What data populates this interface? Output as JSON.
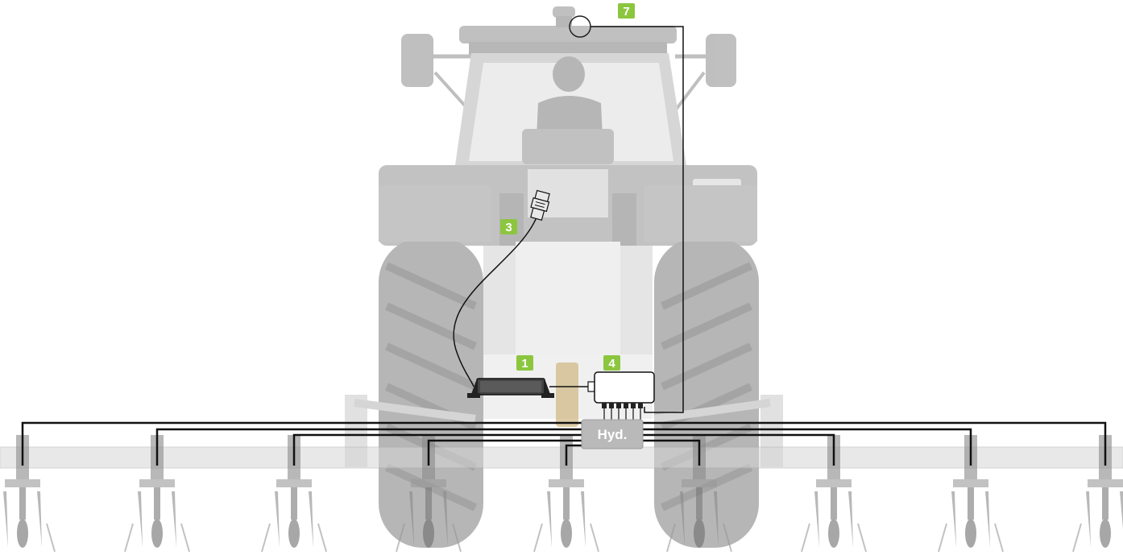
{
  "badges": {
    "one": "1",
    "three": "3",
    "four": "4",
    "seven": "7"
  },
  "hydraulic_label": "Hyd.",
  "colors": {
    "badge": "#8cc63f",
    "tractor": "#a9a9a9",
    "tractor_dark": "#8f8f8f",
    "cable": "#111111",
    "hyd_box": "#b5b5b5"
  },
  "icons": [
    "tractor-illustration",
    "gps-antenna-icon",
    "isobus-connector-icon",
    "control-module-icon",
    "hydraulic-valve-box",
    "hoe-tine-icon"
  ]
}
